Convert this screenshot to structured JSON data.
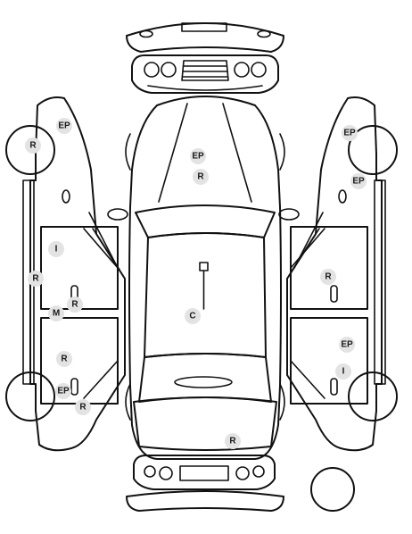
{
  "labels": {
    "ep": "EP",
    "r": "R",
    "i": "I",
    "m": "M",
    "c": "C"
  },
  "colors": {
    "outline": "#111111",
    "badge": "#e3e3e3",
    "badge_text": "#1a1a1a"
  }
}
